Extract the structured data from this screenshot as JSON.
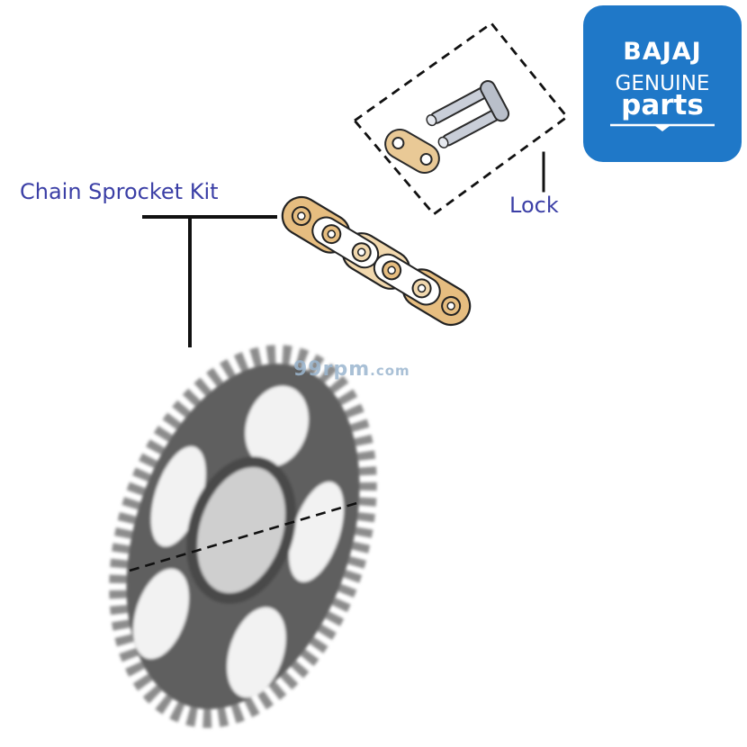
{
  "labels": {
    "chain_sprocket_kit": "Chain Sprocket Kit",
    "lock": "Lock"
  },
  "watermark": {
    "main": "99rpm",
    "suffix": ".com"
  },
  "badge": {
    "brand": "BAJAJ",
    "line1": "GENUINE",
    "line2": "parts"
  },
  "icons": {
    "badge": "bajaj-genuine-parts-logo",
    "lock_part": "chain-master-link-icon",
    "chain": "roller-chain-icon",
    "sprocket": "sprocket-icon"
  },
  "colors": {
    "label_text": "#3b3fa6",
    "leader_line": "#111111",
    "badge_blue": "#1f78c8",
    "chain_gold": "#e2b97c",
    "link_steel": "#c7ccd6",
    "sprocket_gray": "#5e5e5e",
    "watermark_blue": "#9bb6cf"
  }
}
